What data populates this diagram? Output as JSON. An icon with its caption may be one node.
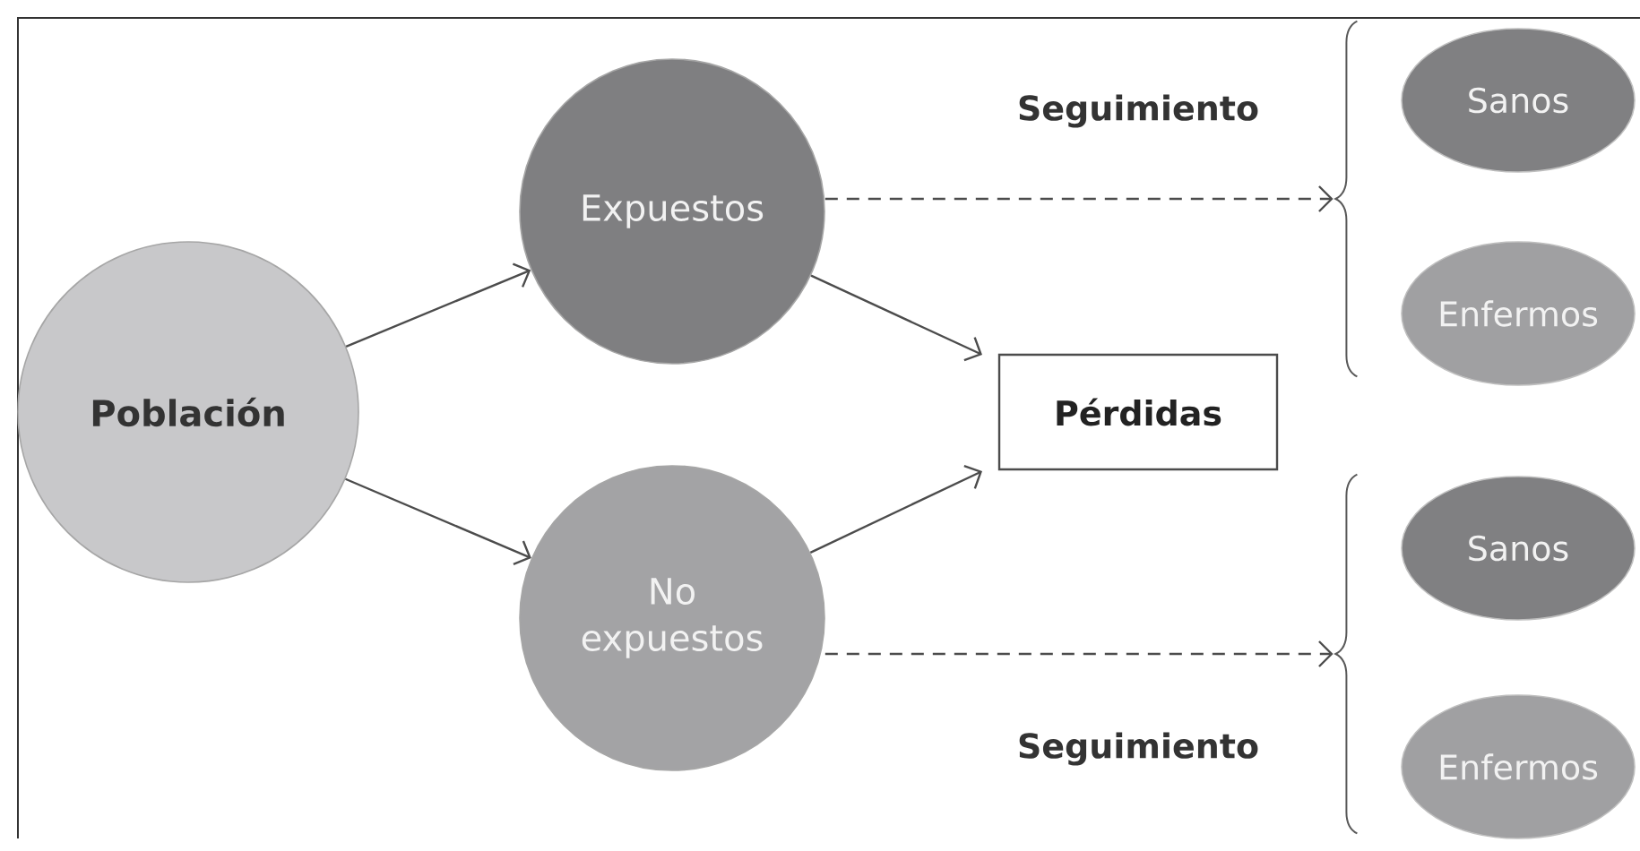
{
  "diagram": {
    "nodes": [
      {
        "text": [
          "Población"
        ]
      },
      {
        "text": [
          "Expuestos"
        ]
      },
      {
        "text": [
          "No expuestos"
        ]
      },
      {
        "text": [
          "Pérdidas"
        ]
      },
      {
        "text": [
          "Sanos"
        ]
      },
      {
        "text": [
          "Enfermos"
        ]
      },
      {
        "text": [
          "Sanos"
        ]
      },
      {
        "text": [
          "Enfermos"
        ]
      },
      {
        "text": [],
        "shape": "brace"
      },
      {
        "text": [],
        "shape": "brace"
      }
    ],
    "edges": [
      {
        "from": 0,
        "to": 1,
        "arrow": "to"
      },
      {
        "from": 0,
        "to": 2,
        "arrow": "to"
      },
      {
        "from": 1,
        "to": 3,
        "arrow": "to"
      },
      {
        "from": 2,
        "to": 3,
        "arrow": "to"
      },
      {
        "from": 1,
        "to": 8,
        "arrow": "to",
        "style": "dashed",
        "label": "Seguimiento"
      },
      {
        "from": 2,
        "to": 9,
        "arrow": "to",
        "style": "dashed",
        "label": "Seguimiento"
      }
    ]
  }
}
